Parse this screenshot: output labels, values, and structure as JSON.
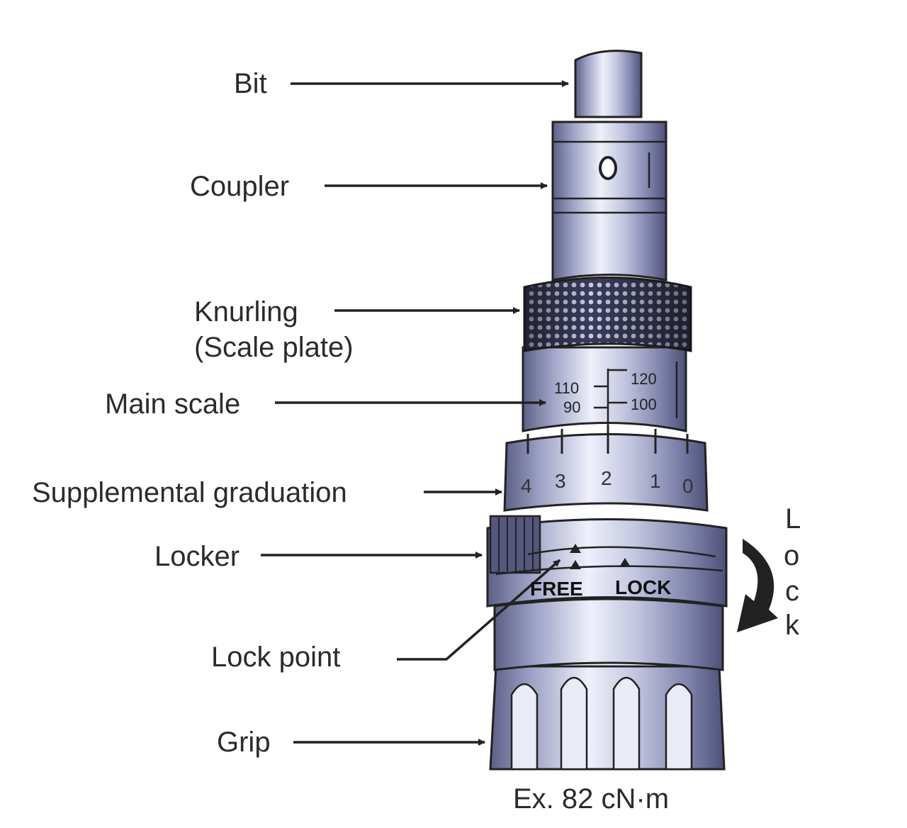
{
  "labels": {
    "bit": "Bit",
    "coupler": "Coupler",
    "knurling_line1": "Knurling",
    "knurling_line2": "(Scale plate)",
    "main_scale": "Main scale",
    "supplemental": "Supplemental graduation",
    "locker": "Locker",
    "lock_point": "Lock point",
    "grip": "Grip",
    "example": "Ex. 82 cN·m"
  },
  "lock_direction": [
    "L",
    "o",
    "c",
    "k"
  ],
  "main_scale_ticks": [
    "110",
    "90",
    "120",
    "100"
  ],
  "supplemental_ticks": [
    "4",
    "3",
    "2",
    "1",
    "0"
  ],
  "locker_marks": {
    "free": "FREE",
    "lock": "LOCK"
  },
  "colors": {
    "metal_dark": "#5d5f86",
    "metal_mid": "#9fa3c6",
    "metal_light": "#e6e8f6",
    "ink": "#222222"
  }
}
